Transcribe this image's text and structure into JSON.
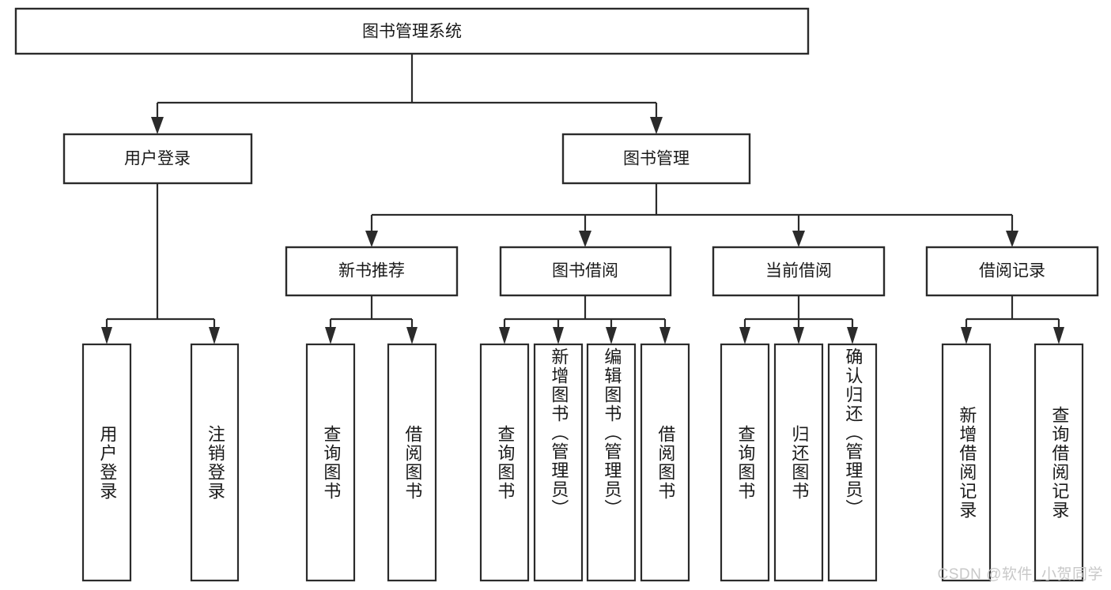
{
  "diagram": {
    "title": "图书管理系统",
    "watermark": "CSDN @软件_小贺同学",
    "colors": {
      "stroke": "#2b2b2b",
      "fill": "#ffffff",
      "text": "#1a1a1a",
      "watermark": "#c8c8c8"
    },
    "root": {
      "label": "图书管理系统"
    },
    "level2": [
      {
        "label": "用户登录"
      },
      {
        "label": "图书管理"
      }
    ],
    "level3": [
      {
        "label": "新书推荐"
      },
      {
        "label": "图书借阅"
      },
      {
        "label": "当前借阅"
      },
      {
        "label": "借阅记录"
      }
    ],
    "leaves": {
      "user_login": [
        {
          "label": "用户登录"
        },
        {
          "label": "注销登录"
        }
      ],
      "new_book_recommend": [
        {
          "label": "查询图书"
        },
        {
          "label": "借阅图书"
        }
      ],
      "book_borrow": [
        {
          "label": "查询图书"
        },
        {
          "label": "新增图书（管理员）"
        },
        {
          "label": "编辑图书（管理员）"
        },
        {
          "label": "借阅图书"
        }
      ],
      "current_borrow": [
        {
          "label": "查询图书"
        },
        {
          "label": "归还图书"
        },
        {
          "label": "确认归还（管理员）"
        }
      ],
      "borrow_record": [
        {
          "label": "新增借阅记录"
        },
        {
          "label": "查询借阅记录"
        }
      ]
    }
  }
}
